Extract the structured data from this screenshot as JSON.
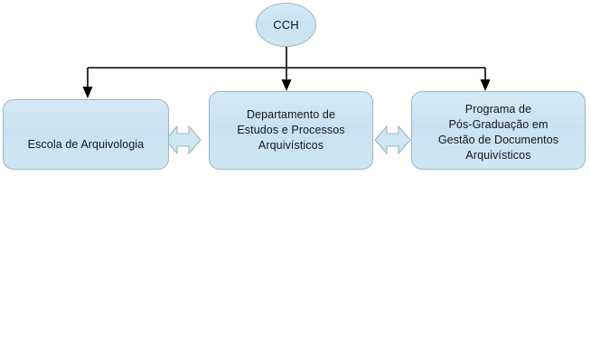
{
  "diagram": {
    "type": "org-chart",
    "colors": {
      "node_fill": "#cce4f2",
      "node_border": "#9fb4c0",
      "connector": "#000000",
      "background": "#ffffff"
    },
    "root": {
      "id": "cch",
      "label": "CCH",
      "shape": "ellipse"
    },
    "children": [
      {
        "id": "escola",
        "label": "Escola de Arquivologia",
        "shape": "rounded-rect"
      },
      {
        "id": "departamento",
        "label": "Departamento de\nEstudos e Processos\nArquivísticos",
        "shape": "rounded-rect"
      },
      {
        "id": "programa",
        "label": "Programa de\nPós-Graduação em\nGestão de Documentos\nArquivísticos",
        "shape": "rounded-rect",
        "text_clipped": true
      }
    ],
    "links": [
      {
        "from": "cch",
        "to": "escola",
        "style": "arrow-down"
      },
      {
        "from": "cch",
        "to": "departamento",
        "style": "arrow-down"
      },
      {
        "from": "cch",
        "to": "programa",
        "style": "arrow-down"
      },
      {
        "from": "escola",
        "to": "departamento",
        "style": "bidirectional"
      },
      {
        "from": "departamento",
        "to": "programa",
        "style": "bidirectional"
      }
    ]
  }
}
